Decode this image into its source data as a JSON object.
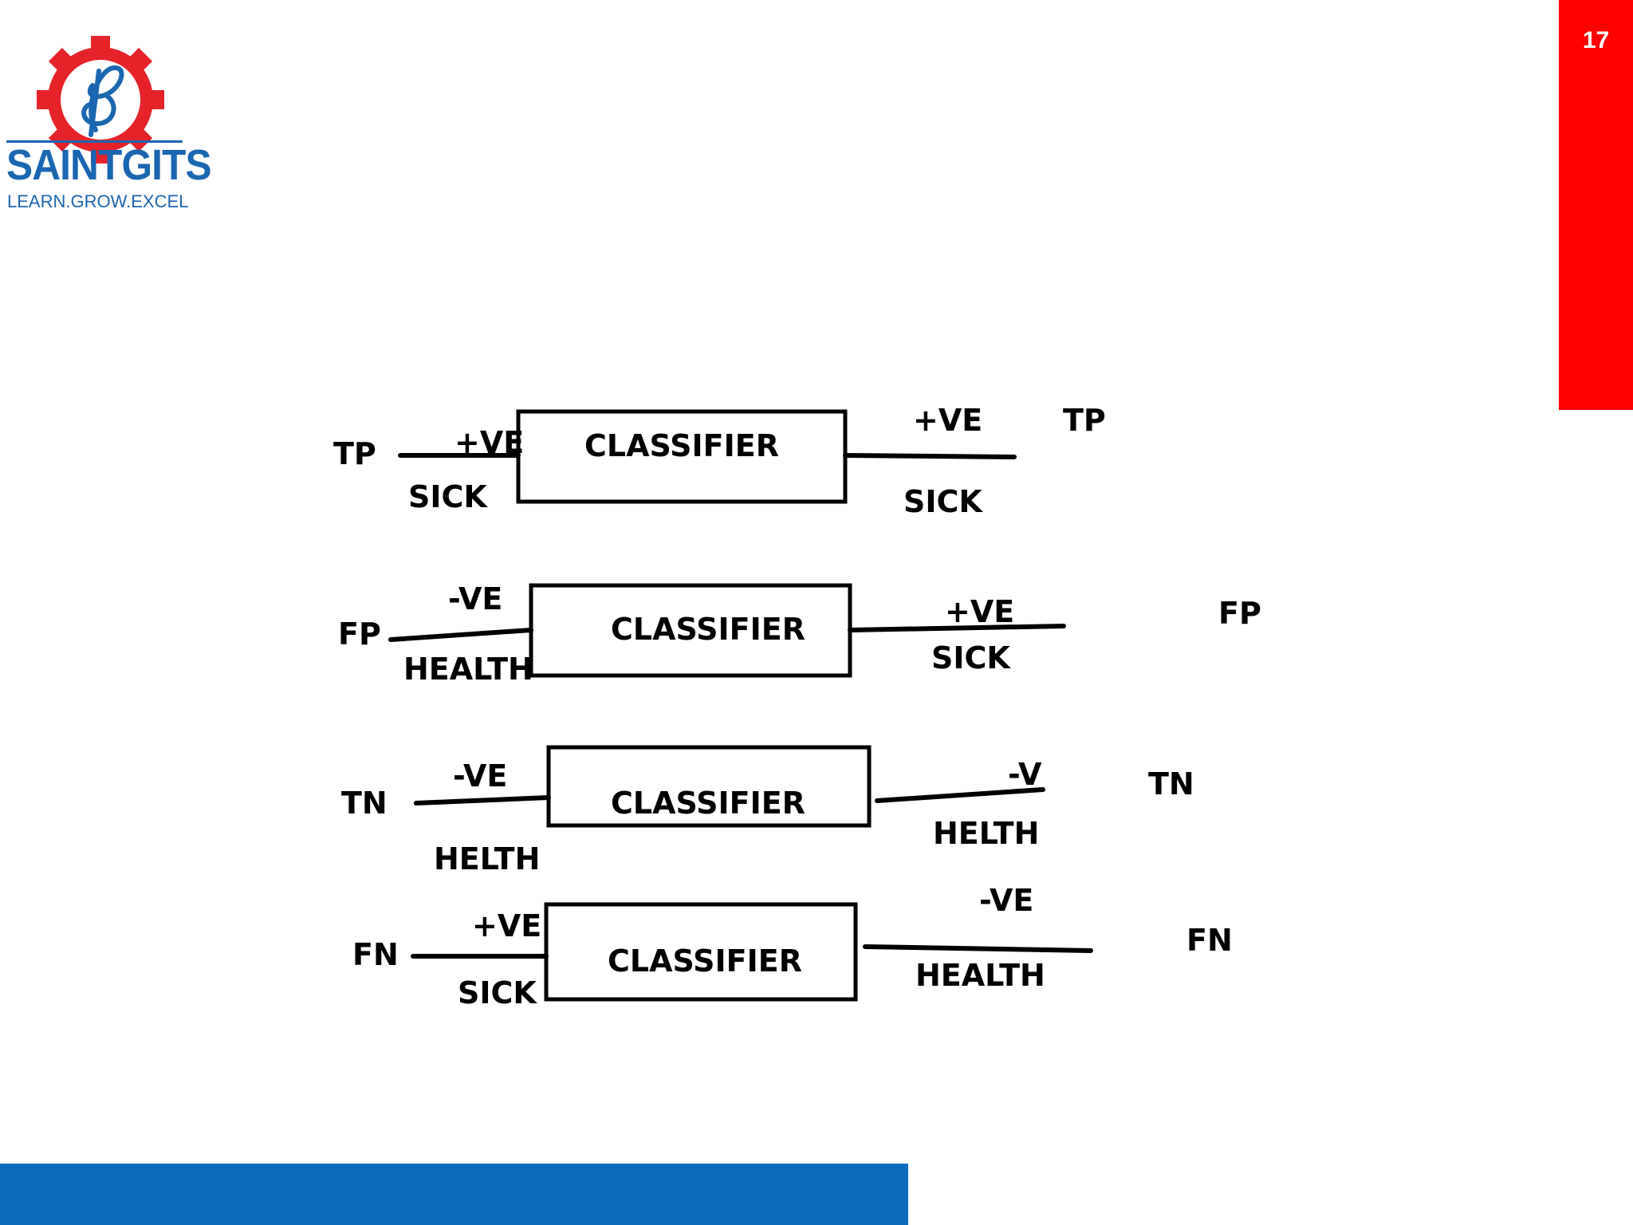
{
  "header": {
    "logo_icon": "saintgits-gear-logo",
    "brand_name": "SAINTGITS",
    "tagline": "LEARN.GROW.EXCEL",
    "slide_number": "17"
  },
  "colors": {
    "accent_red": "#ff0000",
    "accent_blue": "#0a6bbd",
    "logo_red": "#e52329",
    "logo_blue": "#1b66b1"
  },
  "diagram": {
    "rows": [
      {
        "left_result": "TP",
        "input_value": "+VE",
        "input_state": "SICK",
        "block": "CLASSIFIER",
        "output_value": "+VE",
        "output_state": "SICK",
        "right_result": "TP"
      },
      {
        "left_result": "FP",
        "input_value": "-VE",
        "input_state": "HEALTH",
        "block": "CLASSIFIER",
        "output_value": "+VE",
        "output_state": "SICK",
        "right_result": "FP"
      },
      {
        "left_result": "TN",
        "input_value": "-VE",
        "input_state": "HELTH",
        "block": "CLASSIFIER",
        "output_value": "-V",
        "output_state": "HELTH",
        "right_result": "TN"
      },
      {
        "left_result": "FN",
        "input_value": "+VE",
        "input_state": "SICK",
        "block": "CLASSIFIER",
        "output_value": "-VE",
        "output_state": "HEALTH",
        "right_result": "FN"
      }
    ]
  }
}
